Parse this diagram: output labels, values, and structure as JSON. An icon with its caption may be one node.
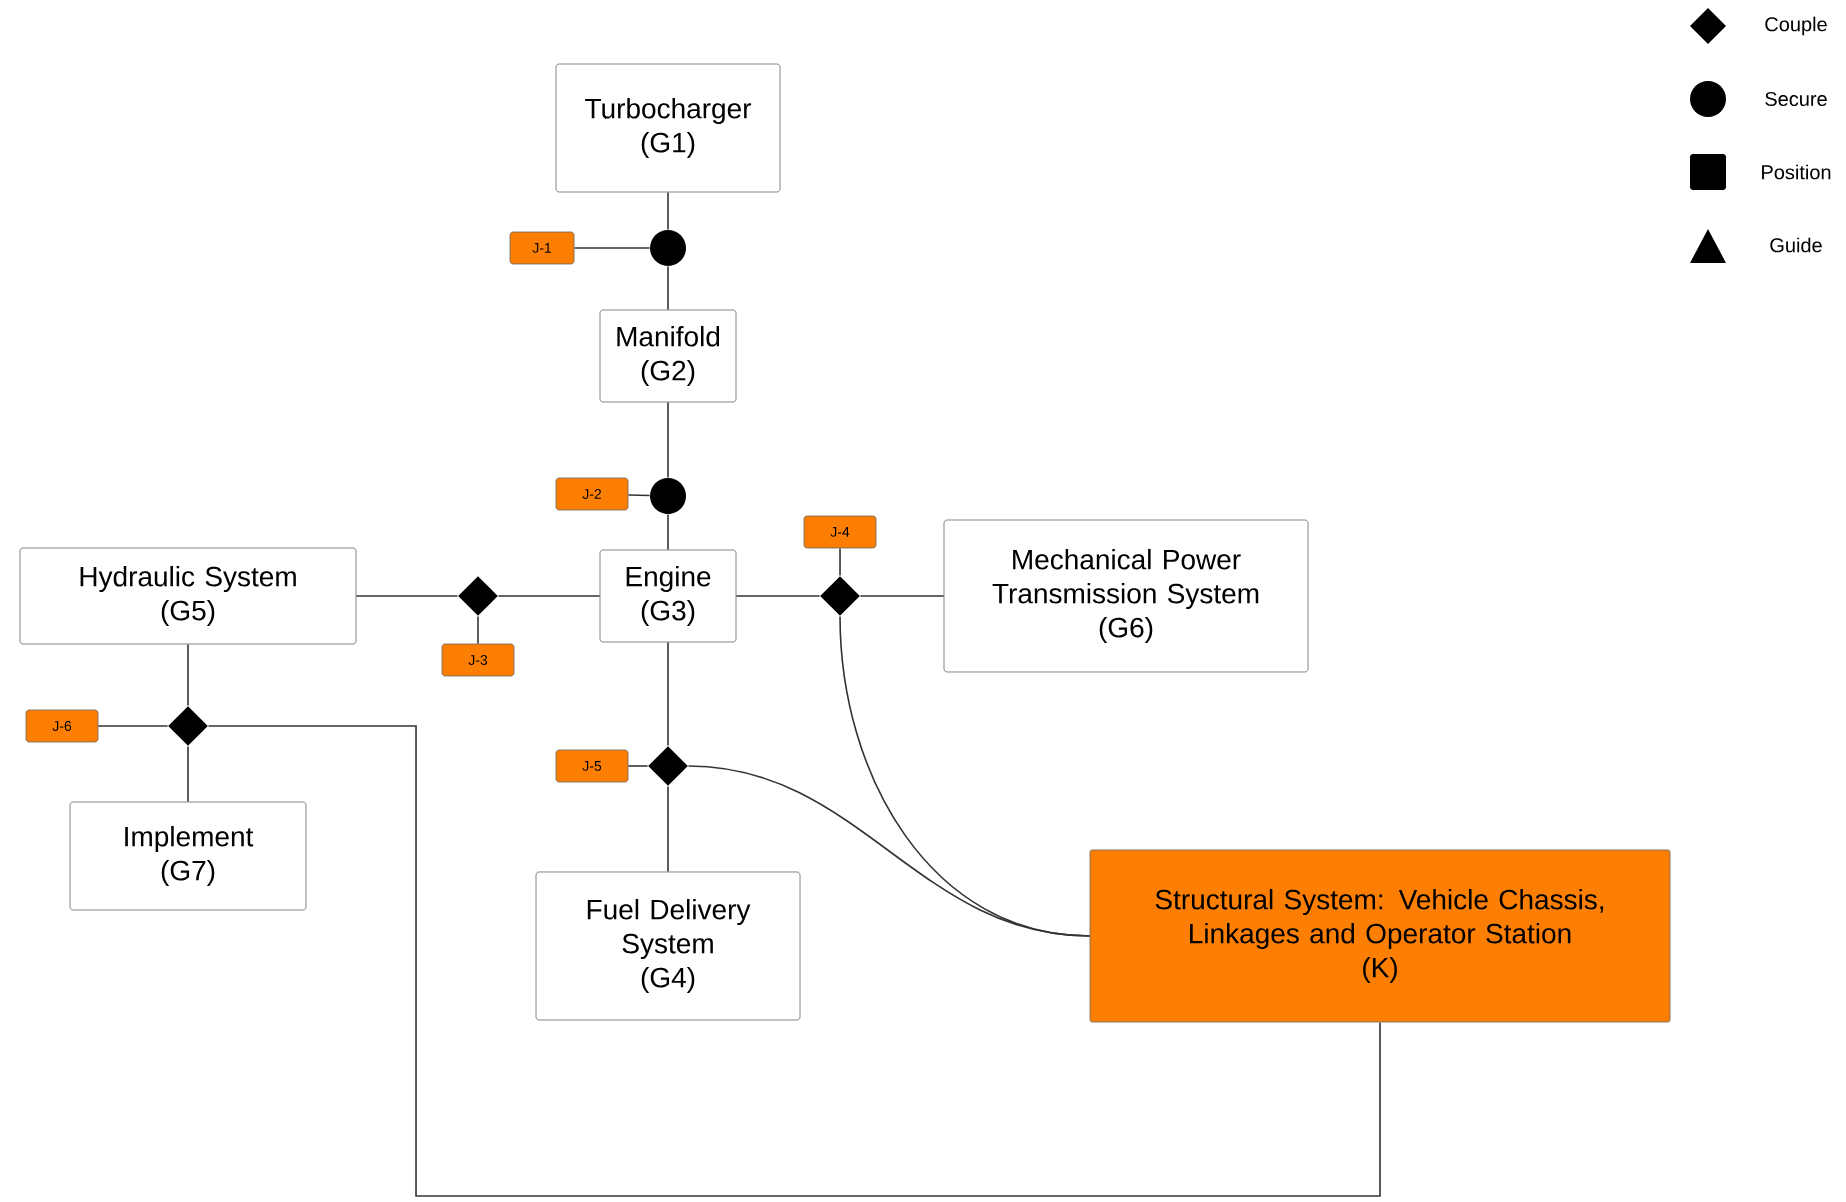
{
  "diagram": {
    "nodes": [
      {
        "text": [
          "Turbocharger",
          "(G1)"
        ]
      },
      {
        "text": [],
        "shape": "circle"
      },
      {
        "text": [
          "J-1"
        ]
      },
      {
        "text": [
          "Manifold",
          "(G2)"
        ]
      },
      {
        "text": [],
        "shape": "circle"
      },
      {
        "text": [
          "J-2"
        ]
      },
      {
        "text": [
          "Hydraulic System",
          "(G5)"
        ]
      },
      {
        "text": [],
        "shape": "diamond"
      },
      {
        "text": [
          "J-3"
        ]
      },
      {
        "text": [
          "Engine",
          "(G3)"
        ]
      },
      {
        "text": [
          "J-4"
        ]
      },
      {
        "text": [],
        "shape": "diamond"
      },
      {
        "text": [
          "Mechanical Power Transmission System",
          "(G6)"
        ]
      },
      {
        "text": [
          "J-6"
        ]
      },
      {
        "text": [],
        "shape": "diamond"
      },
      {
        "text": [
          "J-5"
        ]
      },
      {
        "text": [],
        "shape": "diamond"
      },
      {
        "text": [
          "Implement",
          "(G7)"
        ]
      },
      {
        "text": [
          "Fuel Delivery System",
          "(G4)"
        ]
      },
      {
        "text": [
          "Structural System: Vehicle Chassis, Linkages and Operator Station",
          "(K)"
        ]
      }
    ],
    "edges": [
      {
        "from": 0,
        "to": 1,
        "arrow": "none"
      },
      {
        "from": 1,
        "to": 3,
        "arrow": "none"
      },
      {
        "from": 2,
        "to": 1,
        "arrow": "none"
      },
      {
        "from": 3,
        "to": 4,
        "arrow": "none"
      },
      {
        "from": 4,
        "to": 9,
        "arrow": "none"
      },
      {
        "from": 5,
        "to": 4,
        "arrow": "none"
      },
      {
        "from": 6,
        "to": 7,
        "arrow": "none"
      },
      {
        "from": 7,
        "to": 9,
        "arrow": "none"
      },
      {
        "from": 8,
        "to": 7,
        "arrow": "none"
      },
      {
        "from": 9,
        "to": 11,
        "arrow": "none"
      },
      {
        "from": 11,
        "to": 12,
        "arrow": "none"
      },
      {
        "from": 10,
        "to": 11,
        "arrow": "none"
      },
      {
        "from": 11,
        "to": 19,
        "arrow": "none"
      },
      {
        "from": 9,
        "to": 16,
        "arrow": "none"
      },
      {
        "from": 15,
        "to": 16,
        "arrow": "none"
      },
      {
        "from": 16,
        "to": 18,
        "arrow": "none"
      },
      {
        "from": 16,
        "to": 19,
        "arrow": "none"
      },
      {
        "from": 6,
        "to": 14,
        "arrow": "none"
      },
      {
        "from": 13,
        "to": 14,
        "arrow": "none"
      },
      {
        "from": 14,
        "to": 17,
        "arrow": "none"
      },
      {
        "from": 14,
        "to": 19,
        "arrow": "none"
      }
    ],
    "legend": [
      {
        "text": "Couple"
      },
      {
        "text": "Secure"
      },
      {
        "text": "Position"
      },
      {
        "text": "Guide"
      }
    ]
  }
}
